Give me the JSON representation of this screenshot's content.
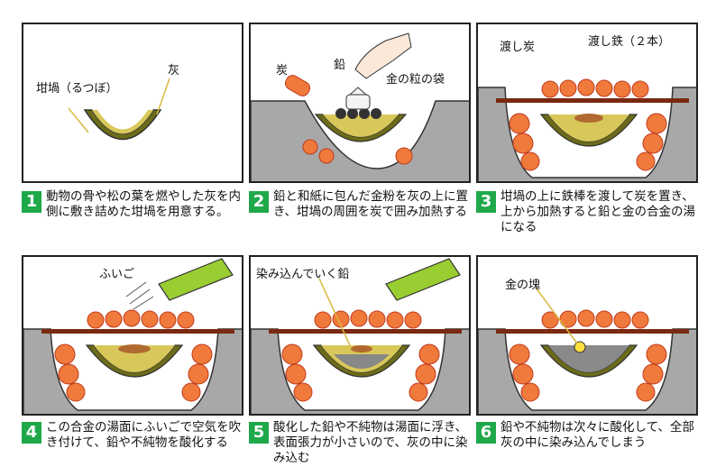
{
  "panels": [
    {
      "labels": {
        "crucible": "坩堝（るつぼ）",
        "ash": "灰"
      }
    },
    {
      "labels": {
        "charcoal": "炭",
        "lead": "鉛",
        "gold_bag": "金の粒の袋"
      }
    },
    {
      "labels": {
        "bridge_charcoal": "渡し炭",
        "bridge_iron": "渡し鉄（２本）"
      }
    },
    {
      "labels": {
        "bellows": "ふいご"
      }
    },
    {
      "labels": {
        "soaking_lead": "染み込んでいく鉛"
      }
    },
    {
      "labels": {
        "gold_lump": "金の塊"
      }
    }
  ],
  "steps": [
    {
      "number": "1",
      "text": "動物の骨や松の葉を燃やした灰を内側に敷き詰めた坩堝を用意する。"
    },
    {
      "number": "2",
      "text": "鉛と和紙に包んだ金粉を灰の上に置き、坩堝の周囲を炭で囲み加熱する"
    },
    {
      "number": "3",
      "text": "坩堝の上に鉄棒を渡して炭を置き、上から加熱すると鉛と金の合金の湯になる"
    },
    {
      "number": "4",
      "text": "この合金の湯面にふいごで空気を吹き付けて、鉛や不純物を酸化する"
    },
    {
      "number": "5",
      "text": "酸化した鉛や不純物は湯面に浮き、表面張力が小さいので、灰の中に染み込む"
    },
    {
      "number": "6",
      "text": "鉛や不純物は次々に酸化して、全部灰の中に染み込んでしまう"
    }
  ],
  "colors": {
    "crucible_outer": "#6b6b1a",
    "crucible_inner": "#d8c85a",
    "charcoal": "#f07a3c",
    "charcoal_line": "#c0391b",
    "ground": "#a8a8a8",
    "iron_bar": "#7a2a10",
    "gold": "#ffe040",
    "step_number": "#1fa84a"
  }
}
